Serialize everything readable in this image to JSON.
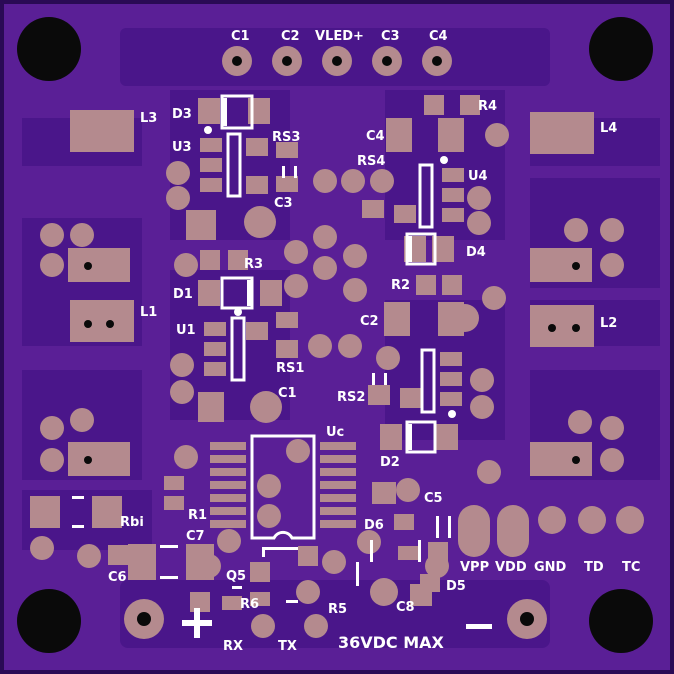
{
  "colors": {
    "board": "#5a1f96",
    "board_edge": "#2a0a55",
    "copper_pour": "#4a168a",
    "pad": "#b48a8e",
    "silk": "#ffffff",
    "hole": "#0a0a0a"
  },
  "labels": {
    "c1_top": "C1",
    "c2_top": "C2",
    "vled": "VLED+",
    "c3_top": "C3",
    "c4_top": "C4",
    "l3": "L3",
    "l4": "L4",
    "l1": "L1",
    "l2": "L2",
    "d3": "D3",
    "u3": "U3",
    "rs3": "RS3",
    "c3": "C3",
    "r4": "R4",
    "c4": "C4",
    "rs4": "RS4",
    "u4": "U4",
    "d4": "D4",
    "r3": "R3",
    "d1": "D1",
    "u1": "U1",
    "rs1": "RS1",
    "c1": "C1",
    "r2": "R2",
    "c2": "C2",
    "rs2": "RS2",
    "d2": "D2",
    "uc": "Uc",
    "r1": "R1",
    "rbi": "Rbi",
    "c7": "C7",
    "c6": "C6",
    "q5": "Q5",
    "r6": "R6",
    "r5": "R5",
    "c5": "C5",
    "d6": "D6",
    "c8": "C8",
    "d5": "D5",
    "vpp": "VPP",
    "vdd": "VDD",
    "gnd": "GND",
    "td": "TD",
    "tc": "TC",
    "rx": "RX",
    "tx": "TX",
    "voltage": "36VDC MAX",
    "plus": "+",
    "minus": "−"
  }
}
